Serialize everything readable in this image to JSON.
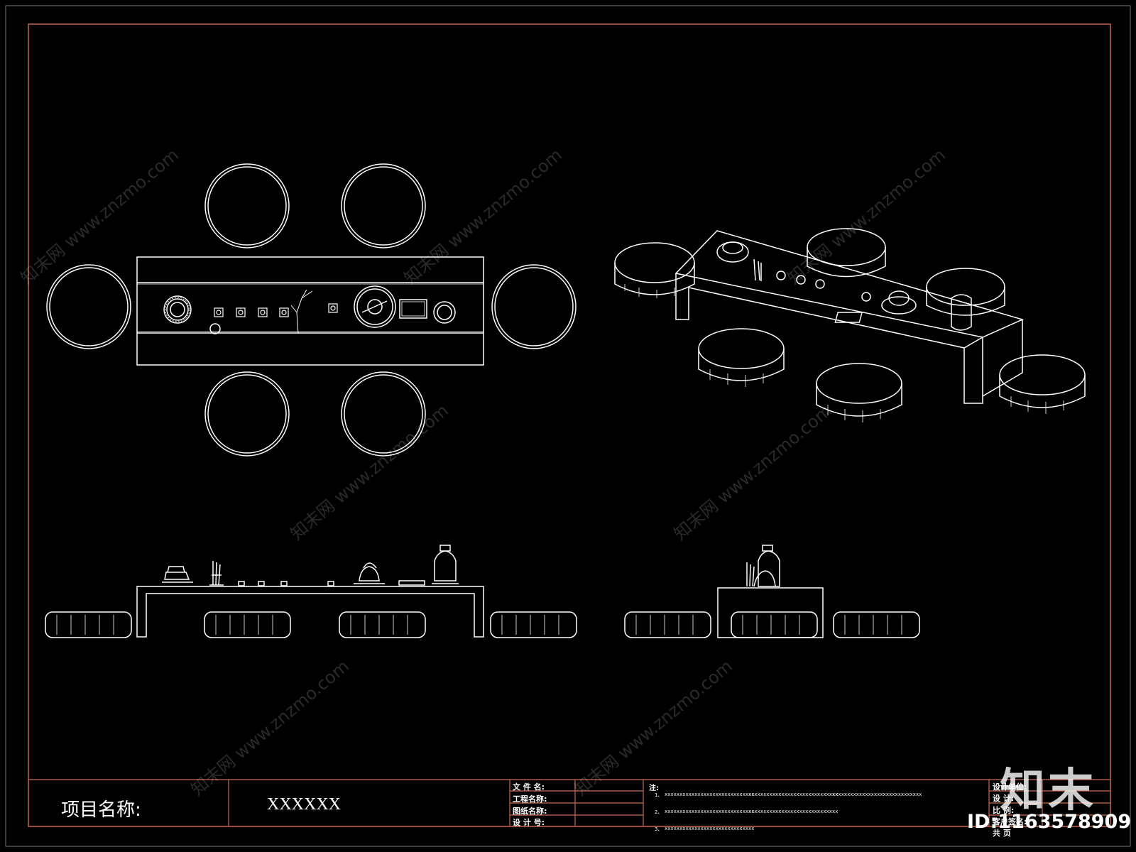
{
  "title_block": {
    "project_label": "项目名称:",
    "project_value": "XXXXXX",
    "fields": [
      "文 件 名:",
      "工程名称:",
      "图纸名称:",
      "设 计 号:"
    ],
    "notes_title": "注:",
    "notes": [
      {
        "num": "1、",
        "cols": [
          "xxxxxxxxxxxxxxxxxxxxxxxxxxxxxx",
          "xxxxxxxxxxxxxxxxxxxxxxxxxxxxxx",
          "xxxxxxxxxxxxxxxxxxxxxxxxxxxxxx"
        ]
      },
      {
        "num": "2、",
        "cols": [
          "xxxxxxxxxxxxxxxxxxxxxxxxxxxxxx",
          "xxxxxxxxxxxxxxxxxxxxxxxxxxxxxx"
        ]
      },
      {
        "num": "3、",
        "cols": [
          "xxxxxxxxxxxxxxxxxxxxxxxxxxxxxx"
        ]
      }
    ],
    "right_labels": [
      "设计单位:",
      "设 计:",
      "比 例:",
      "客户签名:",
      "共 页"
    ]
  },
  "watermark": {
    "logo": "知末",
    "id": "ID:1163578909",
    "site": "知末网 www.znzmo.com"
  },
  "colors": {
    "background": "#000000",
    "line": "#ffffff",
    "border": "#c8694f"
  }
}
